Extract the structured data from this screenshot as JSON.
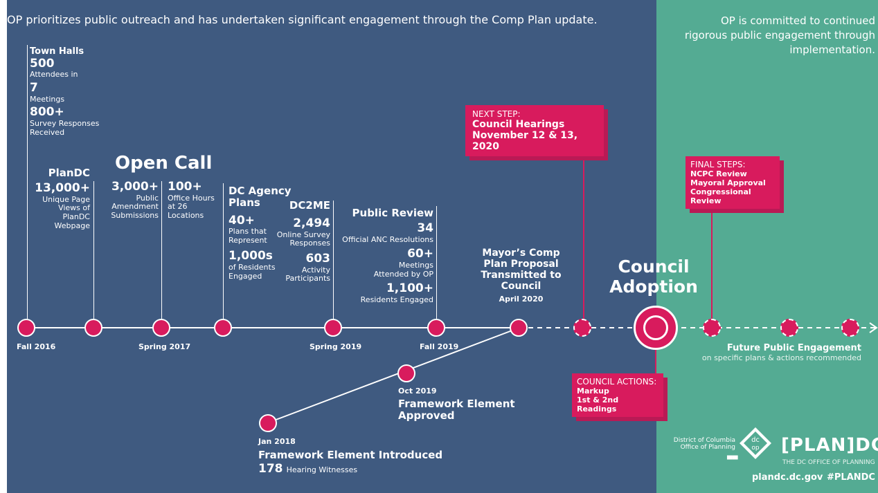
{
  "header": {
    "left": "OP prioritizes public outreach and has undertaken significant engagement through the Comp Plan update.",
    "right_lines": [
      "OP is committed to continued",
      "rigorous public engagement through",
      "implementation."
    ]
  },
  "timeline_labels": {
    "fall2016": "Fall 2016",
    "spring2017": "Spring 2017",
    "spring2019": "Spring 2019",
    "fall2019": "Fall 2019"
  },
  "town_halls": {
    "title": "Town Halls",
    "n1": "500",
    "l1": "Attendees in",
    "n2": "7",
    "l2": "Meetings",
    "n3": "800+",
    "l3a": "Survey Responses",
    "l3b": "Received"
  },
  "plandc": {
    "title": "PlanDC",
    "num": "13,000+",
    "lines": [
      "Unique Page",
      "Views of",
      "PlanDC",
      "Webpage"
    ]
  },
  "open_call": {
    "title": "Open Call",
    "n1": "3,000+",
    "l1": [
      "Public",
      "Amendment",
      "Submissions"
    ],
    "n2": "100+",
    "l2": [
      "Office Hours",
      "at 26",
      "Locations"
    ]
  },
  "dc_agency": {
    "title_lines": [
      "DC Agency",
      "Plans"
    ],
    "n1": "40+",
    "l1": [
      "Plans that",
      "Represent"
    ],
    "n2": "1,000s",
    "l2": [
      "of Residents",
      "Engaged"
    ]
  },
  "dc2me": {
    "title": "DC2ME",
    "n1": "2,494",
    "l1": [
      "Online Survey",
      "Responses"
    ],
    "n2": "603",
    "l2": [
      "Activity",
      "Participants"
    ]
  },
  "public_review": {
    "title": "Public Review",
    "n1": "34",
    "l1": "Official ANC Resolutions",
    "n2": "60+",
    "l2": [
      "Meetings",
      "Attended by OP"
    ],
    "n3": "1,100+",
    "l3": "Residents Engaged"
  },
  "mayor": {
    "lines": [
      "Mayor’s Comp",
      "Plan Proposal",
      "Transmitted to",
      "Council"
    ],
    "date": "April 2020"
  },
  "next_step": {
    "header": "NEXT STEP:",
    "lines": [
      "Council Hearings",
      "November 12 & 13, 2020"
    ]
  },
  "council_adoption": [
    "Council",
    "Adoption"
  ],
  "council_actions": {
    "header": "COUNCIL ACTIONS:",
    "lines": [
      "Markup",
      "1st & 2nd Readings"
    ]
  },
  "final_steps": {
    "header": "FINAL STEPS:",
    "lines": [
      "NCPC Review",
      "Mayoral Approval",
      "Congressional Review"
    ]
  },
  "future": {
    "title": "Future Public Engagement",
    "sub": "on specific plans & actions recommended"
  },
  "framework_approved": {
    "date": "Oct 2019",
    "lines": [
      "Framework Element",
      "Approved"
    ]
  },
  "framework_introduced": {
    "date": "Jan 2018",
    "title": "Framework Element Introduced",
    "num": "178",
    "label": "Hearing Witnesses"
  },
  "footer": {
    "op_lines": [
      "District of Columbia",
      "Office of Planning"
    ],
    "logo_text": "[PLAN]DC",
    "logo_sub": "THE DC OFFICE OF PLANNING",
    "url": "plandc.dc.gov",
    "hashtag": "#PLANDC"
  },
  "colors": {
    "left_bg": "#3f5a80",
    "right_bg": "#54ab93",
    "accent": "#d81b5d"
  }
}
